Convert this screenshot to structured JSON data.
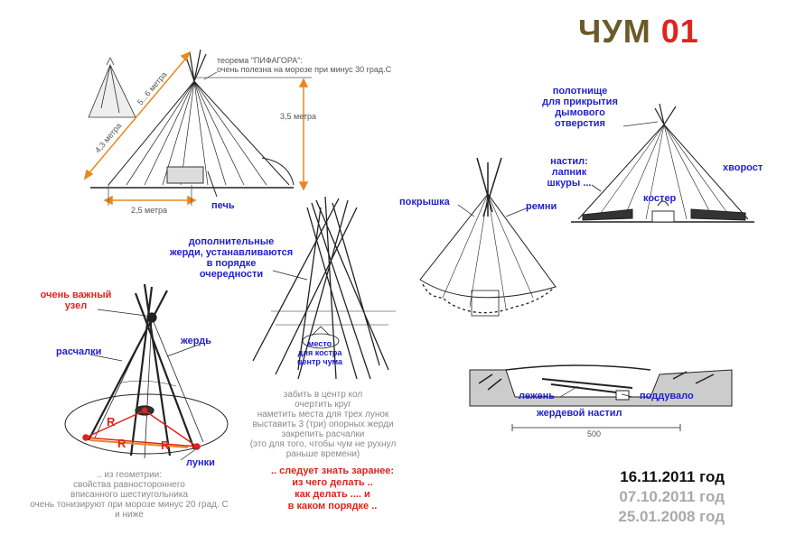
{
  "title": {
    "word": "ЧУМ",
    "number": "01"
  },
  "dates": [
    "16.11.2011 год",
    "07.10.2011 год",
    "25.01.2008 год"
  ],
  "colors": {
    "label_blue": "#1f1fd0",
    "accent_red": "#e0231e",
    "title_brown": "#6b5a2a",
    "dimension_orange": "#e8891e",
    "note_grey": "#8a8a8a"
  },
  "fig1": {
    "pythagoras_note": [
      "теорема \"ПИФАГОРА\":",
      "очень полезна на морозе при минус 30 град.С"
    ],
    "height": "3,5 метра",
    "base": "2,5 метра",
    "hyp_short": "4,3 метра",
    "hyp_long": "5...6 метра",
    "stove": "печь"
  },
  "fig2": {
    "cover_strip": [
      "полотнище",
      "для прикрытия",
      "дымового",
      "отверстия"
    ],
    "floor": [
      "настил:",
      "лапник",
      "шкуры ..."
    ],
    "fire": "костер",
    "brushwood": "хворост"
  },
  "fig3": {
    "extra_poles": [
      "дополнительные",
      "жерди, устанавливаются",
      "в порядке",
      "очередности"
    ],
    "fire_place": [
      "место",
      "для костра",
      "центр чума"
    ],
    "instructions": [
      "забить в центр кол",
      "очертить круг",
      "наметить места для трех лунок",
      "выставить 3 (три) опорных жерди",
      "закрепить расчалки",
      "(это для того, чтобы чум не рухнул",
      "раньше времени)"
    ]
  },
  "fig4": {
    "cover": "покрышка",
    "straps": "ремни"
  },
  "fig5": {
    "knot": [
      "очень важный",
      "узел"
    ],
    "guys": "расчалки",
    "pole": "жердь",
    "radius": "R",
    "holes": "лунки",
    "geometry": [
      ".. из геометрии:",
      "свойства равностороннего",
      "вписанного шестиугольника",
      "очень тонизируют при морозе минус 20 град. С",
      "и ниже"
    ]
  },
  "warning": [
    ".. следует знать заранее:",
    "из чего делать ..",
    "как делать .... и",
    "в каком порядке .."
  ],
  "fig6": {
    "bed": "лежень",
    "pole_floor": "жердевой настил",
    "blower": "поддувало",
    "dimension": "500"
  }
}
